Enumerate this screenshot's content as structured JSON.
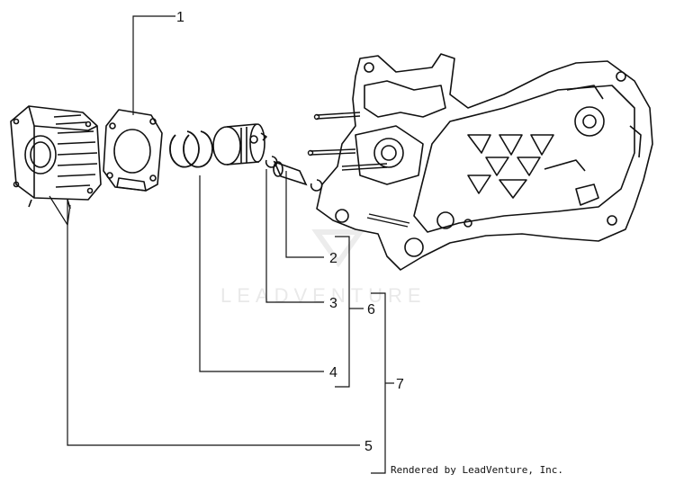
{
  "callouts": [
    "1",
    "2",
    "3",
    "4",
    "5",
    "6",
    "7"
  ],
  "watermark": "LEADVENTURE",
  "credit": "Rendered by LeadVenture, Inc.",
  "colors": {
    "ink": "#111111",
    "watermark": "#e6e6e6"
  }
}
